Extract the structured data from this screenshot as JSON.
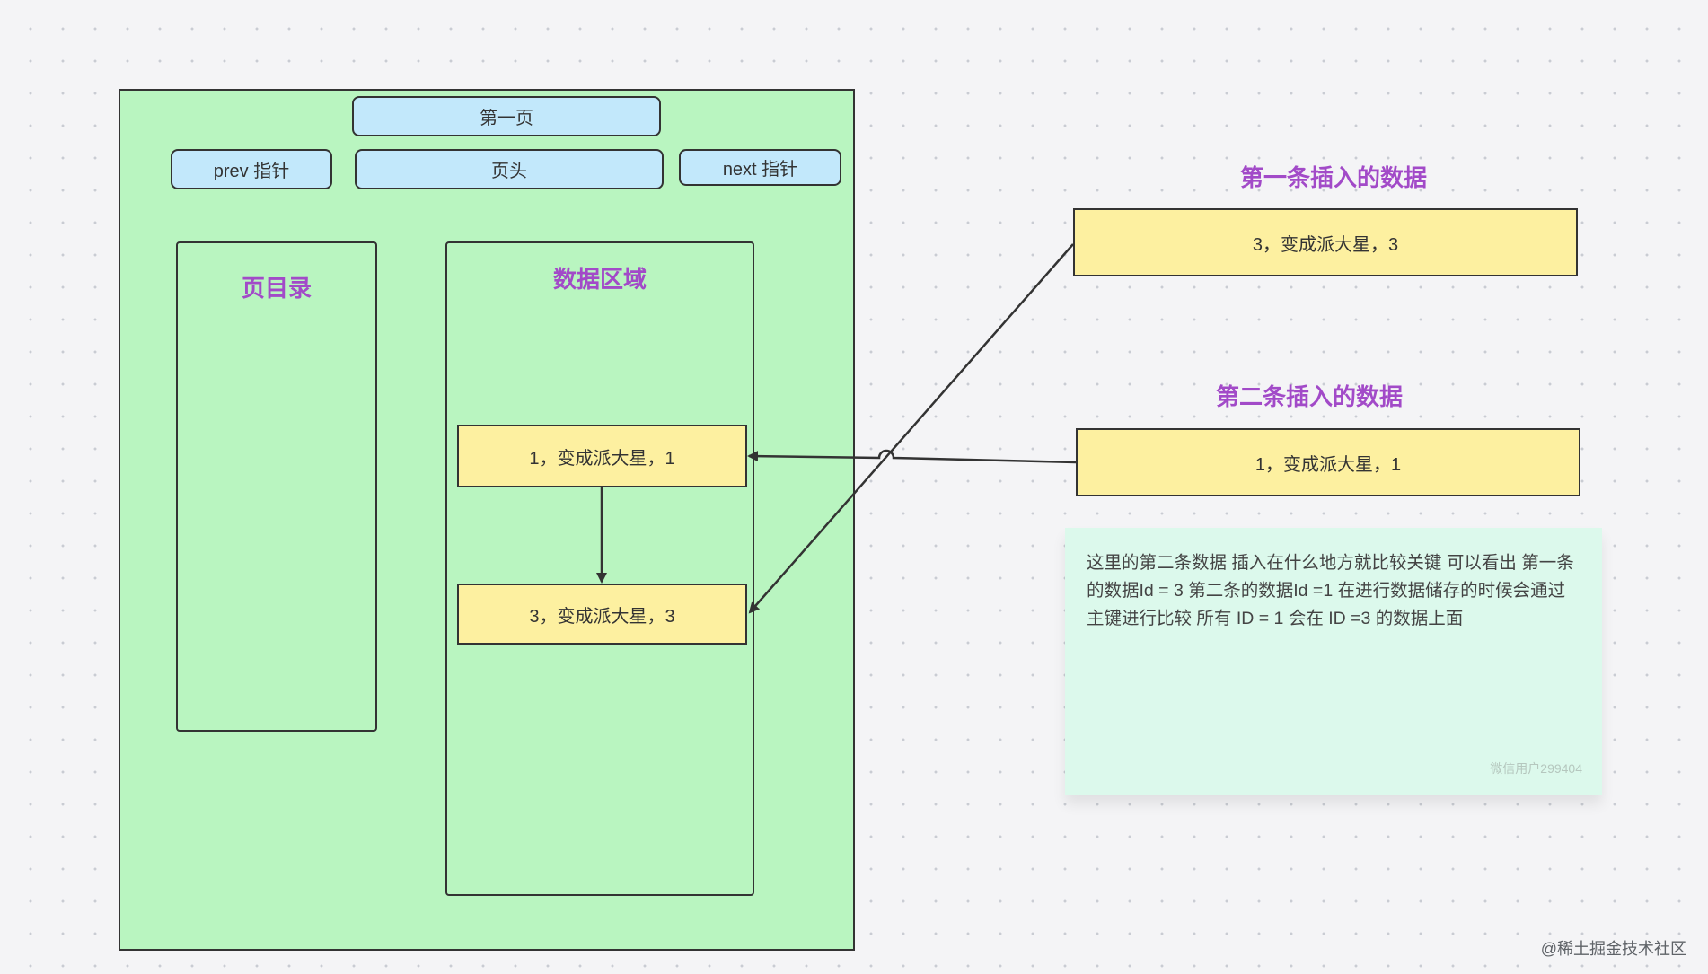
{
  "page": {
    "top_label": "第一页",
    "prev_label": "prev 指针",
    "header_label": "页头",
    "next_label": "next 指针",
    "directory_title": "页目录",
    "data_area_title": "数据区域",
    "row_1": "1，变成派大星，1",
    "row_2": "3，变成派大星，3"
  },
  "inserts": {
    "first_heading": "第一条插入的数据",
    "first_value": "3，变成派大星，3",
    "second_heading": "第二条插入的数据",
    "second_value": "1，变成派大星，1"
  },
  "note": {
    "text": "这里的第二条数据 插入在什么地方就比较关键 可以看出 第一条的数据Id = 3 第二条的数据Id =1   在进行数据储存的时候会通过主键进行比较 所有 ID = 1 会在 ID =3 的数据上面",
    "author": "微信用户299404"
  },
  "watermark": "@稀土掘金技术社区",
  "colors": {
    "page_fill": "#b9f5c0",
    "header_fill": "#c2e8fb",
    "record_fill": "#fdf0a0",
    "title_purple": "#a24ac8",
    "note_fill": "#dcf9ec"
  }
}
